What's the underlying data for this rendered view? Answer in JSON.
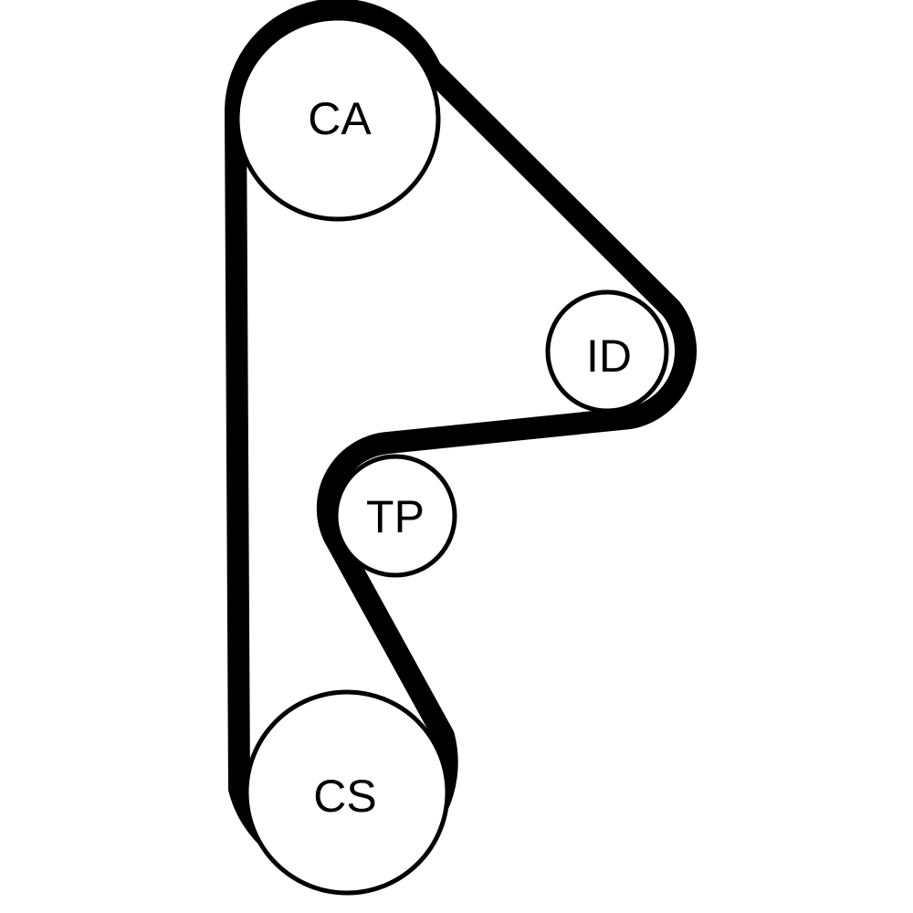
{
  "diagram": {
    "pulleys": {
      "camshaft": {
        "label": "CA"
      },
      "idler": {
        "label": "ID"
      },
      "tensioner": {
        "label": "TP"
      },
      "crankshaft": {
        "label": "CS"
      }
    },
    "colors": {
      "belt": "#000000",
      "pulley_stroke": "#000000",
      "background": "#ffffff"
    }
  }
}
